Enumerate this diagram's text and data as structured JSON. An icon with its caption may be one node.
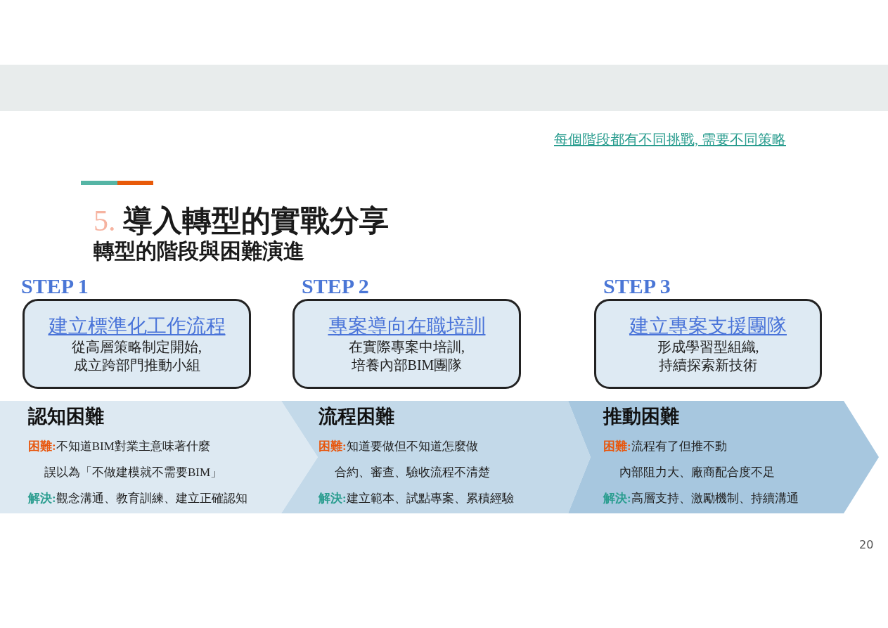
{
  "diagram": {
    "title": "5. 導入轉型的實戰分享",
    "nodes": [
      {
        "text": [
          "STEP 1",
          "建立標準化工作流程",
          "從高層策略制定開始,成立跨部門推動小組"
        ]
      },
      {
        "text": [
          "STEP 2",
          "專案導向在職培訓",
          "在實際專案中培訓,培養內部BIM團隊"
        ]
      },
      {
        "text": [
          "STEP 3",
          "建立專案支援團隊",
          "形成學習型組織,持續探索新技術"
        ]
      },
      {
        "text": [
          "認知困難",
          "**困難:**不知道BIM對業主意味著什麼",
          "誤以為「不做建模就不需要BIM」",
          "**解決:**觀念溝通、教育訓練、建立正確認知"
        ]
      },
      {
        "text": [
          "流程困難",
          "**困難:**知道要做但不知道怎麼做",
          "合約、審查、驗收流程不清楚",
          "**解決:**建立範本、試點專案、累積經驗"
        ]
      },
      {
        "text": [
          "推動困難",
          "**困難:**流程有了但推不動",
          "內部阻力大、廠商配合度不足",
          "**解決:**高層支持、激勵機制、持續溝通"
        ]
      }
    ],
    "labels": [
      "每個階段都有不同挑戰, 需要不同策略",
      "轉型的階段與困難演進",
      "20"
    ]
  }
}
